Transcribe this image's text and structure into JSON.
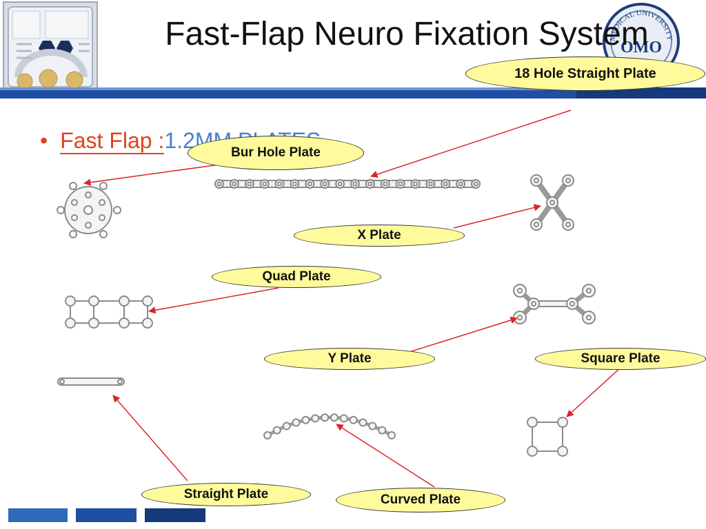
{
  "slide": {
    "title": "Fast-Flap Neuro Fixation System",
    "bullet": {
      "label": "Fast Flap :",
      "value": "1.2MM PLATES"
    }
  },
  "callouts": {
    "eighteen_hole": "18 Hole Straight Plate",
    "bur_hole": "Bur Hole Plate",
    "x_plate": "X Plate",
    "quad": "Quad Plate",
    "y_plate": "Y Plate",
    "square": "Square Plate",
    "straight": "Straight Plate",
    "curved": "Curved Plate"
  },
  "seal": {
    "text": "MEDICAL UNIVERSITY",
    "mark": "OMO"
  },
  "colors": {
    "title_bar": "#1f4ea3",
    "bullet_label": "#e1421a",
    "bullet_value": "#4a7fd0",
    "callout_fill": "#fffb9c",
    "arrow": "#d9252a",
    "plate": "#8a8a8a"
  }
}
